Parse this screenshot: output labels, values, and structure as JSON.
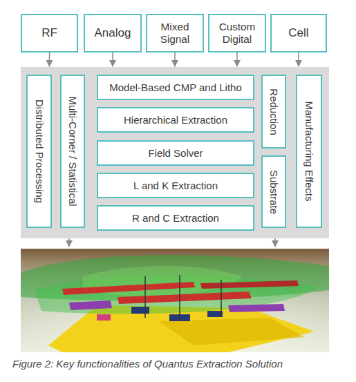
{
  "diagram": {
    "caption": "Figure 2: Key functionalities of Quantus Extraction Solution",
    "nodes": [
      {
        "text": [
          "RF"
        ]
      },
      {
        "text": [
          "Analog"
        ]
      },
      {
        "text": [
          "Mixed Signal"
        ]
      },
      {
        "text": [
          "Custom Digital"
        ]
      },
      {
        "text": [
          "Cell"
        ]
      },
      {
        "text": []
      },
      {
        "text": [
          "Distributed Processing"
        ],
        "in": 5
      },
      {
        "text": [
          "Multi-Corner / Statistical"
        ],
        "in": 5
      },
      {
        "text": [
          "Model-Based CMP and Litho"
        ],
        "in": 5
      },
      {
        "text": [
          "Hierarchical Extraction"
        ],
        "in": 5
      },
      {
        "text": [
          "Field Solver"
        ],
        "in": 5
      },
      {
        "text": [
          "L and K Extraction"
        ],
        "in": 5
      },
      {
        "text": [
          "R and C Extraction"
        ],
        "in": 5
      },
      {
        "text": [
          "Reduction"
        ],
        "in": 5
      },
      {
        "text": [
          "Substrate"
        ],
        "in": 5
      },
      {
        "text": [
          "Manufacturing Effects"
        ],
        "in": 5
      }
    ],
    "edges": [
      {
        "from": 0,
        "to": 5,
        "arrow": "to"
      },
      {
        "from": 1,
        "to": 5,
        "arrow": "to"
      },
      {
        "from": 2,
        "to": 5,
        "arrow": "to"
      },
      {
        "from": 3,
        "to": 5,
        "arrow": "to"
      },
      {
        "from": 4,
        "to": 5,
        "arrow": "to"
      }
    ]
  }
}
